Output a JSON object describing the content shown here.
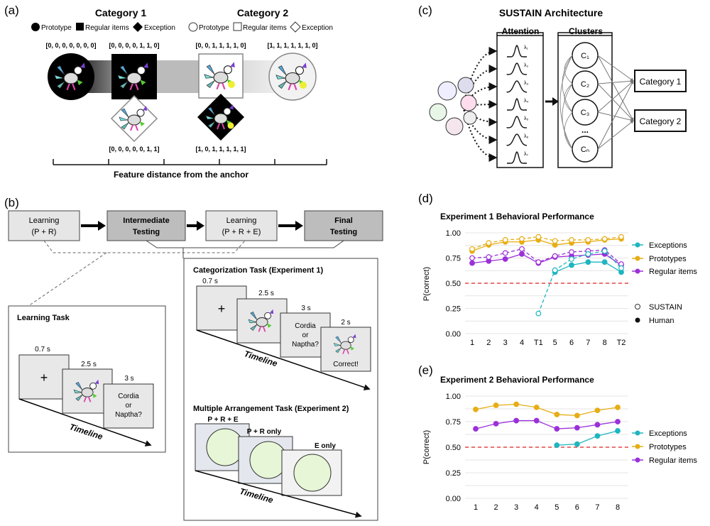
{
  "panel_labels": {
    "a": "(a)",
    "b": "(b)",
    "c": "(c)",
    "d": "(d)",
    "e": "(e)"
  },
  "panel_a": {
    "category1": "Category 1",
    "category2": "Category 2",
    "legend1": {
      "prototype": "Prototype",
      "regular": "Regular items",
      "exception": "Exception"
    },
    "legend2": {
      "prototype": "Prototype",
      "regular": "Regular items",
      "exception": "Exception"
    },
    "vectors": {
      "c1_proto": "[0, 0, 0, 0, 0, 0, 0]",
      "c1_regular": "[0, 0, 0, 0, 1, 1, 0]",
      "c2_regular": "[0, 0, 1, 1, 1, 1, 0]",
      "c2_proto": "[1, 1, 1, 1, 1, 1, 0]",
      "c1_exception": "[0, 0, 0, 0, 0, 1, 1]",
      "c2_exception": "[1, 0, 1, 1, 1, 1, 1]"
    },
    "axis_label": "Feature distance from the anchor"
  },
  "panel_b": {
    "flow": [
      "Learning\n(P + R)",
      "Intermediate\nTesting",
      "Learning\n(P + R + E)",
      "Final\nTesting"
    ],
    "flow_lines": [
      [
        "Learning",
        "(P + R)"
      ],
      [
        "Intermediate",
        "Testing"
      ],
      [
        "Learning",
        "(P + R + E)"
      ],
      [
        "Final",
        "Testing"
      ]
    ],
    "learning_task": {
      "title": "Learning Task",
      "t1": "0.7 s",
      "t2": "2.5 s",
      "t3": "3 s",
      "fixation": "+",
      "question": [
        "Cordia",
        "or",
        "Naptha?"
      ],
      "timeline": "Timeline"
    },
    "categorization_task": {
      "title": "Categorization Task (Experiment 1)",
      "t1": "0.7 s",
      "t2": "2.5 s",
      "t3": "3 s",
      "t4": "2 s",
      "fixation": "+",
      "question": [
        "Cordia",
        "or",
        "Naptha?"
      ],
      "feedback": "Correct!",
      "timeline": "Timeline"
    },
    "arrangement_task": {
      "title": "Multiple Arrangement Task (Experiment 2)",
      "s1": "P + R + E",
      "s2": "P + R only",
      "s3": "E only",
      "timeline": "Timeline"
    }
  },
  "panel_c": {
    "title": "SUSTAIN Architecture",
    "attention": "Attention",
    "clusters": "Clusters",
    "lambdas": [
      "λ₁",
      "λ₂",
      "λ₃",
      "λ₄",
      "λ₅",
      "λ₆",
      "λ₇"
    ],
    "cluster_nodes": [
      "C₁",
      "C₂",
      "C₃",
      "Cₙ"
    ],
    "ellipsis": "...",
    "outputs": [
      "Category 1",
      "Category 2"
    ]
  },
  "colors": {
    "exceptions": "#1fb5c0",
    "prototypes": "#e6ad14",
    "regular": "#9b30d9",
    "chance": "#e02020"
  },
  "chart_data": [
    {
      "type": "line",
      "title": "Experiment 1 Behavioral Performance",
      "ylabel": "P(correct)",
      "xlabel": "",
      "categories": [
        "1",
        "2",
        "3",
        "4",
        "T1",
        "5",
        "6",
        "7",
        "8",
        "T2"
      ],
      "ylim": [
        0,
        1
      ],
      "yticks": [
        "0.00",
        "0.25",
        "0.50",
        "0.75",
        "1.00"
      ],
      "chance": 0.5,
      "legend": [
        "Exceptions",
        "Prototypes",
        "Regular items",
        "SUSTAIN",
        "Human"
      ],
      "legend_position": "right",
      "series": [
        {
          "name": "Prototypes",
          "model": "Human",
          "values": [
            0.82,
            0.88,
            0.91,
            0.91,
            0.93,
            0.88,
            0.9,
            0.91,
            0.93,
            0.94
          ]
        },
        {
          "name": "Prototypes",
          "model": "SUSTAIN",
          "values": [
            0.84,
            0.9,
            0.93,
            0.94,
            0.96,
            0.92,
            0.93,
            0.93,
            0.94,
            0.96
          ]
        },
        {
          "name": "Regular items",
          "model": "Human",
          "values": [
            0.7,
            0.72,
            0.74,
            0.79,
            0.7,
            0.76,
            0.77,
            0.78,
            0.79,
            0.68
          ]
        },
        {
          "name": "Regular items",
          "model": "SUSTAIN",
          "values": [
            0.75,
            0.76,
            0.8,
            0.84,
            0.71,
            0.77,
            0.81,
            0.82,
            0.83,
            0.69
          ]
        },
        {
          "name": "Exceptions",
          "model": "Human",
          "values": [
            null,
            null,
            null,
            null,
            null,
            0.61,
            0.68,
            0.71,
            0.71,
            0.61
          ]
        },
        {
          "name": "Exceptions",
          "model": "SUSTAIN",
          "values": [
            null,
            null,
            null,
            null,
            0.2,
            0.63,
            0.74,
            0.79,
            0.82,
            0.65
          ]
        }
      ]
    },
    {
      "type": "line",
      "title": "Experiment 2 Behavioral Performance",
      "ylabel": "P(correct)",
      "xlabel": "",
      "categories": [
        "1",
        "2",
        "3",
        "4",
        "5",
        "6",
        "7",
        "8"
      ],
      "ylim": [
        0,
        1
      ],
      "yticks": [
        "0.00",
        "0.25",
        "0.50",
        "0.75",
        "1.00"
      ],
      "chance": 0.5,
      "legend": [
        "Exceptions",
        "Prototypes",
        "Regular items"
      ],
      "legend_position": "right",
      "series": [
        {
          "name": "Prototypes",
          "values": [
            0.87,
            0.91,
            0.92,
            0.89,
            0.82,
            0.81,
            0.86,
            0.89
          ]
        },
        {
          "name": "Regular items",
          "values": [
            0.68,
            0.73,
            0.76,
            0.76,
            0.68,
            0.69,
            0.72,
            0.75
          ]
        },
        {
          "name": "Exceptions",
          "values": [
            null,
            null,
            null,
            null,
            0.52,
            0.53,
            0.61,
            0.66
          ]
        }
      ]
    }
  ]
}
